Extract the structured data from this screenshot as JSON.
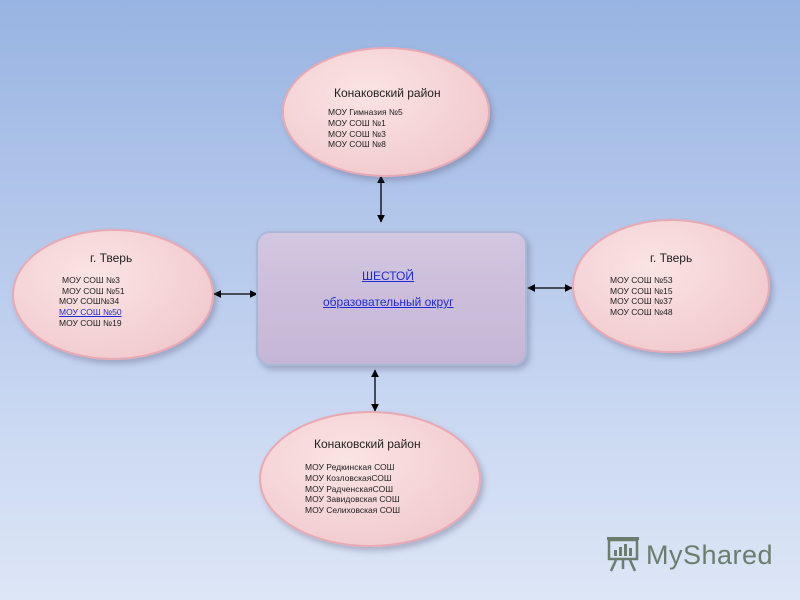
{
  "center": {
    "title": "ШЕСТОЙ",
    "subtitle": "образовательный округ"
  },
  "top": {
    "title": "Конаковский район",
    "items": [
      "МОУ Гимназия №5",
      "МОУ СОШ №1",
      "МОУ СОШ №3",
      "МОУ СОШ №8"
    ]
  },
  "left": {
    "title": "г. Тверь",
    "items": [
      "МОУ СОШ №3",
      "МОУ СОШ №51",
      "МОУ СОШ№34",
      "МОУ СОШ №50",
      "МОУ СОШ №19"
    ]
  },
  "right": {
    "title": "г. Тверь",
    "items": [
      "МОУ СОШ №53",
      "МОУ СОШ №15",
      "МОУ СОШ №37",
      "МОУ СОШ №48"
    ]
  },
  "bottom": {
    "title": "Конаковский район",
    "items": [
      "МОУ Редкинская СОШ",
      "МОУ КозловскаяСОШ",
      "МОУ РадченскаяСОШ",
      "МОУ Завидовская СОШ",
      "МОУ Селиховская СОШ"
    ]
  },
  "watermark": {
    "text": "MyShared"
  }
}
